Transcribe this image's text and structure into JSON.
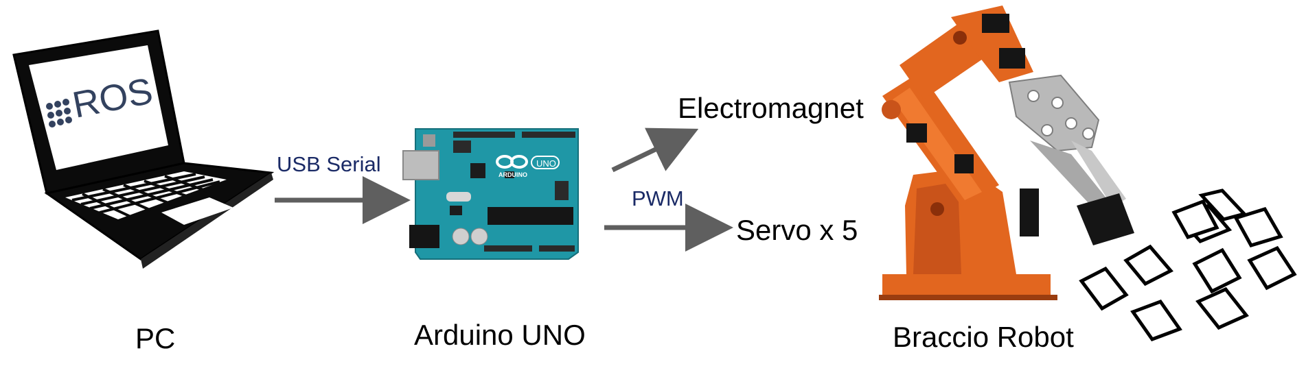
{
  "labels": {
    "pc": "PC",
    "arduino": "Arduino UNO",
    "robot": "Braccio Robot",
    "usb_serial": "USB Serial",
    "pwm": "PWM",
    "electromagnet": "Electromagnet",
    "servo": "Servo x 5"
  },
  "laptop_screen_text": "ROS",
  "arduino_board_text": {
    "brand": "ARDUINO",
    "model": "UNO"
  },
  "colors": {
    "arrow": "#5f5f5f",
    "ros_text": "#33425f",
    "arduino_board": "#1f97a6",
    "robot_orange": "#e2661f",
    "robot_gray": "#b9b9b9",
    "label_blue": "#1a2a66"
  }
}
